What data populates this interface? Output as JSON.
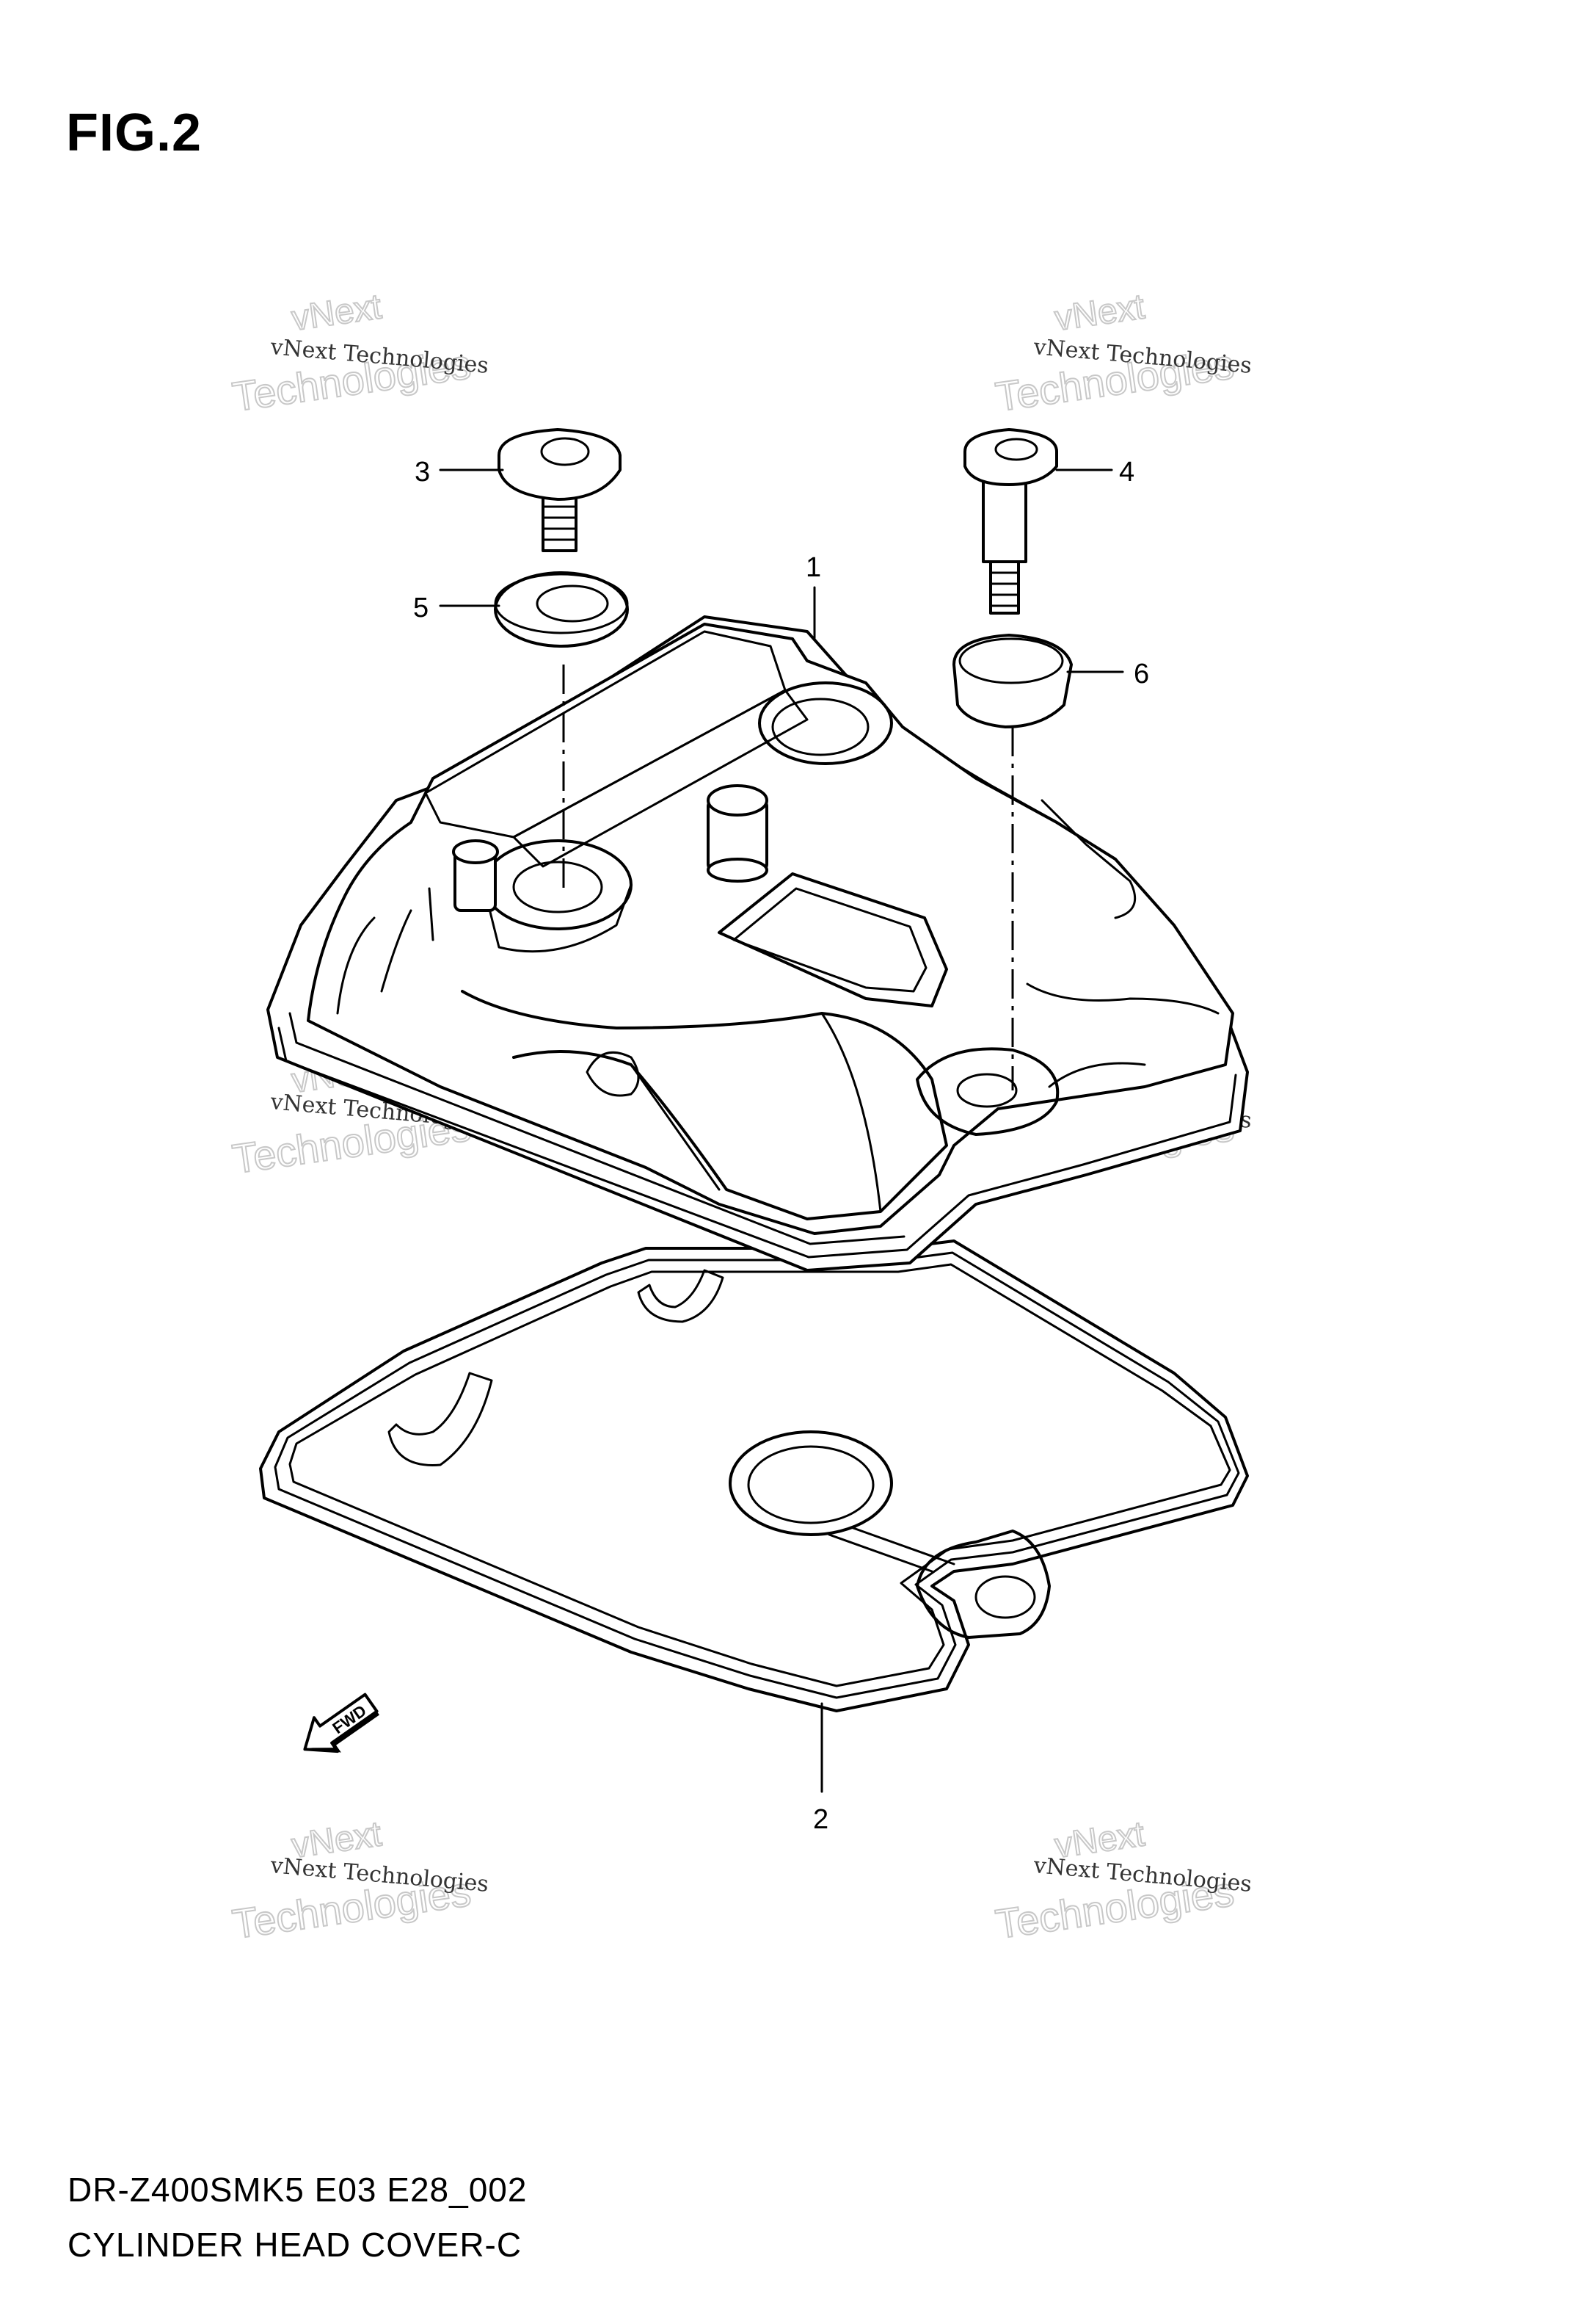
{
  "figure": {
    "title": "FIG.2"
  },
  "callouts": [
    {
      "id": "1",
      "label": "1"
    },
    {
      "id": "2",
      "label": "2"
    },
    {
      "id": "3",
      "label": "3"
    },
    {
      "id": "4",
      "label": "4"
    },
    {
      "id": "5",
      "label": "5"
    },
    {
      "id": "6",
      "label": "6"
    }
  ],
  "fwd_arrow": {
    "label": "FWD"
  },
  "watermark": {
    "small": "vNext Technologies",
    "big_line1": "vNext",
    "big_line2": "Technologies"
  },
  "footer": {
    "code": "DR-Z400SMK5 E03 E28_002",
    "name": "CYLINDER HEAD COVER-C"
  }
}
